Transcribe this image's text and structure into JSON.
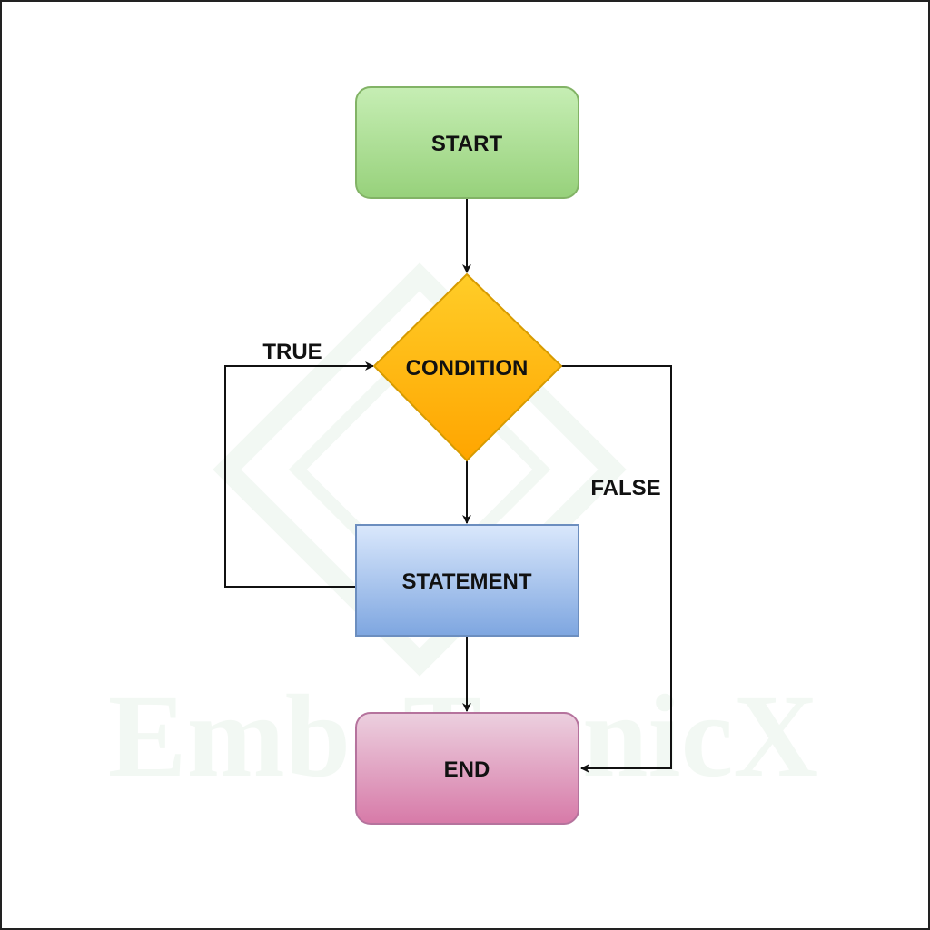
{
  "diagram": {
    "nodes": {
      "start": "START",
      "condition": "CONDITION",
      "statement": "STATEMENT",
      "end": "END"
    },
    "edges": {
      "true_label": "TRUE",
      "false_label": "FALSE"
    },
    "watermark": "EmbeTronicX",
    "colors": {
      "start_fill": "#a6dc8c",
      "start_stroke": "#82b366",
      "condition_fill": "#ffbf1a",
      "condition_stroke": "#d79b00",
      "statement_fill": "#a9c7f0",
      "statement_stroke": "#6c8ebf",
      "end_fill": "#e08fb4",
      "end_stroke": "#b5739d"
    }
  }
}
